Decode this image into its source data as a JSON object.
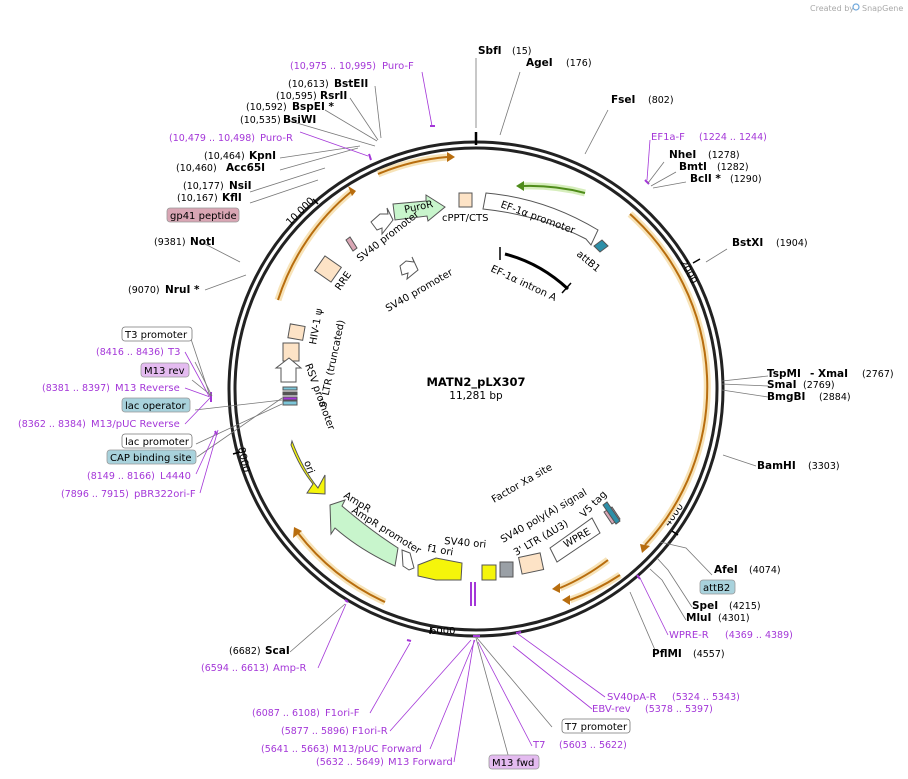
{
  "credit": {
    "prefix": "Created by",
    "brand": "SnapGene"
  },
  "plasmid": {
    "name": "MATN2_pLX307",
    "length": "11,281 bp"
  },
  "tick_labels": [
    "2000",
    "4000",
    "6000",
    "8000",
    "10,000"
  ],
  "enzymes": {
    "sbfi": {
      "name": "SbfI",
      "pos": "(15)"
    },
    "agei": {
      "name": "AgeI",
      "pos": "(176)"
    },
    "fsei": {
      "name": "FseI",
      "pos": "(802)"
    },
    "nhei": {
      "name": "NheI",
      "pos": "(1278)"
    },
    "bmti": {
      "name": "BmtI",
      "pos": "(1282)"
    },
    "bcli": {
      "name": "BclI *",
      "pos": "(1290)"
    },
    "bstxi": {
      "name": "BstXI",
      "pos": "(1904)"
    },
    "tspmi": {
      "name": "TspMI",
      "pos": "(2767)"
    },
    "xmai": {
      "name": "- XmaI"
    },
    "smai": {
      "name": "SmaI",
      "pos": "(2769)"
    },
    "bmgbi": {
      "name": "BmgBI",
      "pos": "(2884)"
    },
    "bamhi": {
      "name": "BamHI",
      "pos": "(3303)"
    },
    "afei": {
      "name": "AfeI",
      "pos": "(4074)"
    },
    "spei": {
      "name": "SpeI",
      "pos": "(4215)"
    },
    "mlui": {
      "name": "MluI",
      "pos": "(4301)"
    },
    "pflmi": {
      "name": "PflMI",
      "pos": "(4557)"
    },
    "scai": {
      "name": "ScaI",
      "pos": "(6682)"
    },
    "nrui": {
      "name": "NruI *",
      "pos": "(9070)"
    },
    "noti": {
      "name": "NotI",
      "pos": "(9381)"
    },
    "kfli": {
      "name": "KflI",
      "pos": "(10,167)"
    },
    "nsii": {
      "name": "NsiI",
      "pos": "(10,177)"
    },
    "acc65i": {
      "name": "Acc65I",
      "pos": "(10,460)"
    },
    "kpni": {
      "name": "KpnI",
      "pos": "(10,464)"
    },
    "bsiwi": {
      "name": "BsiWI",
      "pos": "(10,535)"
    },
    "bspei": {
      "name": "BspEI *",
      "pos": "(10,592)"
    },
    "rsrii": {
      "name": "RsrII",
      "pos": "(10,595)"
    },
    "bsteii": {
      "name": "BstEII",
      "pos": "(10,613)"
    }
  },
  "primers": {
    "puro_f": {
      "name": "Puro-F",
      "pos": "(10,975 .. 10,995)"
    },
    "puro_r": {
      "name": "Puro-R",
      "pos": "(10,479 .. 10,498)"
    },
    "ef1a_f": {
      "name": "EF1a-F",
      "pos": "(1224 .. 1244)"
    },
    "t3": {
      "name": "T3",
      "pos": "(8416 .. 8436)"
    },
    "m13_reverse": {
      "name": "M13 Reverse",
      "pos": "(8381 .. 8397)"
    },
    "m13_puc_reverse": {
      "name": "M13/pUC Reverse",
      "pos": "(8362 .. 8384)"
    },
    "l4440": {
      "name": "L4440",
      "pos": "(8149 .. 8166)"
    },
    "pbr322ori_f": {
      "name": "pBR322ori-F",
      "pos": "(7896 .. 7915)"
    },
    "wpre_r": {
      "name": "WPRE-R",
      "pos": "(4369 .. 4389)"
    },
    "sv40pa_r": {
      "name": "SV40pA-R",
      "pos": "(5324 .. 5343)"
    },
    "ebv_rev": {
      "name": "EBV-rev",
      "pos": "(5378 .. 5397)"
    },
    "t7": {
      "name": "T7",
      "pos": "(5603 .. 5622)"
    },
    "m13_forward": {
      "name": "M13 Forward",
      "pos": "(5632 .. 5649)"
    },
    "m13_puc_forward": {
      "name": "M13/pUC Forward",
      "pos": "(5641 .. 5663)"
    },
    "f1ori_r": {
      "name": "F1ori-R",
      "pos": "(5877 .. 5896)"
    },
    "f1ori_f": {
      "name": "F1ori-F",
      "pos": "(6087 .. 6108)"
    },
    "amp_r": {
      "name": "Amp-R",
      "pos": "(6594 .. 6613)"
    }
  },
  "boxes": {
    "gp41": "gp41 peptide",
    "t3_promoter": "T3 promoter",
    "m13_rev": "M13 rev",
    "lac_operator": "lac operator",
    "lac_promoter": "lac promoter",
    "cap_site": "CAP binding site",
    "attb2": "attB2",
    "t7_promoter": "T7 promoter",
    "m13_fwd": "M13 fwd"
  },
  "features": {
    "puror": "PuroR",
    "cppt": "cPPT/CTS",
    "ef1a_promoter": "EF-1α promoter",
    "attb1": "attB1",
    "ef1a_intron": "EF-1α intron A",
    "sv40_promoter_1": "SV40 promoter",
    "sv40_promoter_2": "SV40 promoter",
    "rre": "RRE",
    "hiv_psi": "HIV-1 ψ",
    "ltr_trunc": "5' LTR (truncated)",
    "rsv_promoter": "RSV promoter",
    "ori": "ori",
    "ampr_promoter": "AmpR promoter",
    "ampr": "AmpR",
    "f1_ori": "f1 ori",
    "sv40_ori": "SV40 ori",
    "factor_xa": "Factor Xa site",
    "sv40_polya": "SV40 poly(A) signal",
    "ltr_3": "3' LTR (ΔU3)",
    "wpre": "WPRE",
    "v5_tag": "V5 tag"
  },
  "colors": {
    "primer": "#a437d8",
    "orf": "#e9a42a",
    "orf_fill": "#f7e3b8",
    "ef1a": "#6fbf2e",
    "ori": "#f5f50a",
    "ampr": "#c8f5cc",
    "blue_box": "#a8d2dc",
    "pink_box": "#d9a6b4"
  }
}
